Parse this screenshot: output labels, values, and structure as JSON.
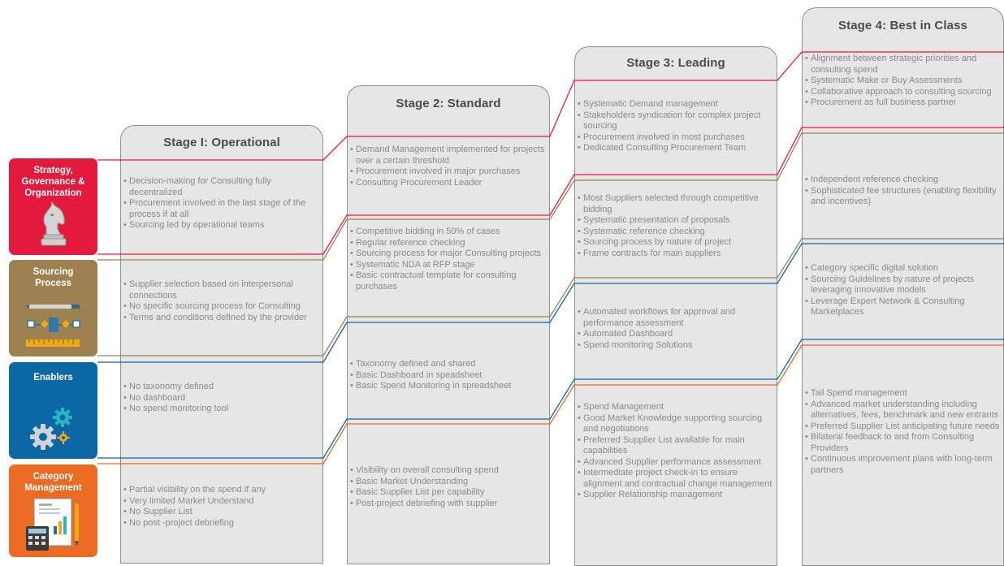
{
  "colors": {
    "strategy": "#e3193e",
    "sourcing": "#9d8150",
    "enablers": "#0c68a5",
    "category": "#ec6b24",
    "card_bg": "#e6e6e6",
    "card_border": "#8f8f8f",
    "body_text": "#8a8a8a",
    "title_text": "#4b4b4b"
  },
  "stages": [
    {
      "title": "Stage I: Operational",
      "strategy": [
        "Decision-making for Consulting fully decentralized",
        "Procurement involved in the last stage of the process if at all",
        "Sourcing led by operational teams"
      ],
      "sourcing": [
        "Supplier selection based on interpersonal connections",
        "No specific sourcing process for Consulting",
        "Terms and conditions defined by the provider"
      ],
      "enablers": [
        "No taxonomy defined",
        "No dashboard",
        "No spend monitoring tool"
      ],
      "category": [
        "Partial visibility on the spend if any",
        "Very limited Market Understand",
        "No Supplier List",
        "No post -project debriefing"
      ]
    },
    {
      "title": "Stage 2: Standard",
      "strategy": [
        "Demand Management implemented for projects over a certain threshold",
        "Procurement involved in major purchases",
        "Consulting Procurement Leader"
      ],
      "sourcing": [
        "Competitive bidding in 50% of cases",
        "Regular reference checking",
        "Sourcing process for major Consulting projects",
        "Systematic NDA at RFP stage",
        "Basic contractual template for consulting purchases"
      ],
      "enablers": [
        "Taxonomy defined and shared",
        "Basic Dashboard in speadsheet",
        "Basic Spend Monitoring in spreadsheet"
      ],
      "category": [
        "Visibility on overall consulting spend",
        "Basic Market Understanding",
        "Basic Supplier List per capability",
        "Post-project debriefing with supplier"
      ]
    },
    {
      "title": "Stage 3: Leading",
      "strategy": [
        "Systematic Demand management",
        "Stakeholders syndication for complex project sourcing",
        "Procurement involved in most purchases",
        "Dedicated Consulting Procurement Team"
      ],
      "sourcing": [
        "Most Suppliers selected through competitive bidding",
        "Systematic presentation of proposals",
        "Systematic reference checking",
        "Sourcing process by nature of project",
        "Frame contracts for main suppliers"
      ],
      "enablers": [
        "Automated workflows for approval and performance assessment",
        "Automated Dashboard",
        "Spend monitoring Solutions"
      ],
      "category": [
        "Spend Management",
        "Good Market Knowledge supporting sourcing and negotiations",
        "Preferred Supplier List available for main capabilities",
        "Advanced Supplier performance assessment",
        "Intermediate project check-in to ensure alignment and contractual change management",
        "Supplier Relationship management"
      ]
    },
    {
      "title": "Stage 4: Best in Class",
      "strategy": [
        "Alignment between strategic priorities and consulting spend",
        "Systematic Make or Buy Assessments",
        "Collaborative approach to consulting sourcing",
        "Procurement as full business partner"
      ],
      "sourcing": [
        "Independent reference checking",
        "Sophisticated fee structures (enabling flexibility and incentives)"
      ],
      "enablers": [
        "Category specific digital solution",
        "Sourcing Guidelines by nature of projects leveraging innovative models",
        "Leverage Expert Network & Consulting Marketplaces"
      ],
      "category": [
        "Tail Spend management",
        "Advanced market understanding including alternatives, fees, benchmark and new entrants",
        "Preferred Supplier List anticipating future needs",
        "Bilateral feedback to and from Consulting Providers",
        "Continuous improvement plans with long-term partners"
      ]
    }
  ],
  "rows": [
    {
      "key": "strategy",
      "label": "Strategy,\nGovernance &\nOrganization",
      "icon": "chess-knight-icon"
    },
    {
      "key": "sourcing",
      "label": "Sourcing\nProcess",
      "icon": "process-flow-icon"
    },
    {
      "key": "enablers",
      "label": "Enablers",
      "icon": "gears-icon"
    },
    {
      "key": "category",
      "label": "Category\nManagement",
      "icon": "report-chart-icon"
    }
  ]
}
